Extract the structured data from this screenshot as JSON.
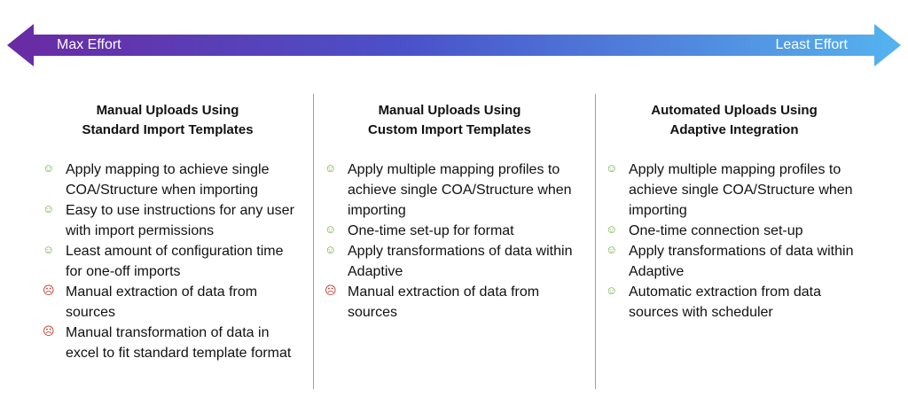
{
  "arrow": {
    "left_label": "Max Effort",
    "right_label": "Least Effort",
    "gradient_start": "#6a2aa3",
    "gradient_mid": "#4a52c9",
    "gradient_end": "#55b3ef"
  },
  "columns": [
    {
      "title_line1": "Manual Uploads Using",
      "title_line2": "Standard Import Templates",
      "items": [
        {
          "sentiment": "positive",
          "icon": "smiley-icon",
          "text": "Apply mapping to achieve single COA/Structure when importing"
        },
        {
          "sentiment": "positive",
          "icon": "smiley-icon",
          "text": "Easy to use instructions for any user with import permissions"
        },
        {
          "sentiment": "positive",
          "icon": "smiley-icon",
          "text": "Least amount of configuration time for one-off imports"
        },
        {
          "sentiment": "negative",
          "icon": "frown-icon",
          "text": "Manual extraction of data from sources"
        },
        {
          "sentiment": "negative",
          "icon": "frown-icon",
          "text": "Manual transformation of data in excel to fit standard template format"
        }
      ]
    },
    {
      "title_line1": "Manual Uploads Using",
      "title_line2": "Custom Import Templates",
      "items": [
        {
          "sentiment": "positive",
          "icon": "smiley-icon",
          "text": "Apply multiple mapping profiles to achieve single COA/Structure when importing"
        },
        {
          "sentiment": "positive",
          "icon": "smiley-icon",
          "text": "One-time set-up for format"
        },
        {
          "sentiment": "positive",
          "icon": "smiley-icon",
          "text": "Apply transformations of data within Adaptive"
        },
        {
          "sentiment": "negative",
          "icon": "frown-icon",
          "text": "Manual extraction of data from sources"
        }
      ]
    },
    {
      "title_line1": "Automated Uploads Using",
      "title_line2": "Adaptive Integration",
      "items": [
        {
          "sentiment": "positive",
          "icon": "smiley-icon",
          "text": "Apply multiple mapping profiles to achieve single COA/Structure when importing"
        },
        {
          "sentiment": "positive",
          "icon": "smiley-icon",
          "text": "One-time connection set-up"
        },
        {
          "sentiment": "positive",
          "icon": "smiley-icon",
          "text": "Apply transformations of data within Adaptive"
        },
        {
          "sentiment": "positive",
          "icon": "smiley-icon",
          "text": "Automatic extraction from data sources with scheduler"
        }
      ]
    }
  ],
  "colors": {
    "positive": "#6aaa3a",
    "negative": "#c0392b",
    "divider": "#9e9e9e"
  }
}
